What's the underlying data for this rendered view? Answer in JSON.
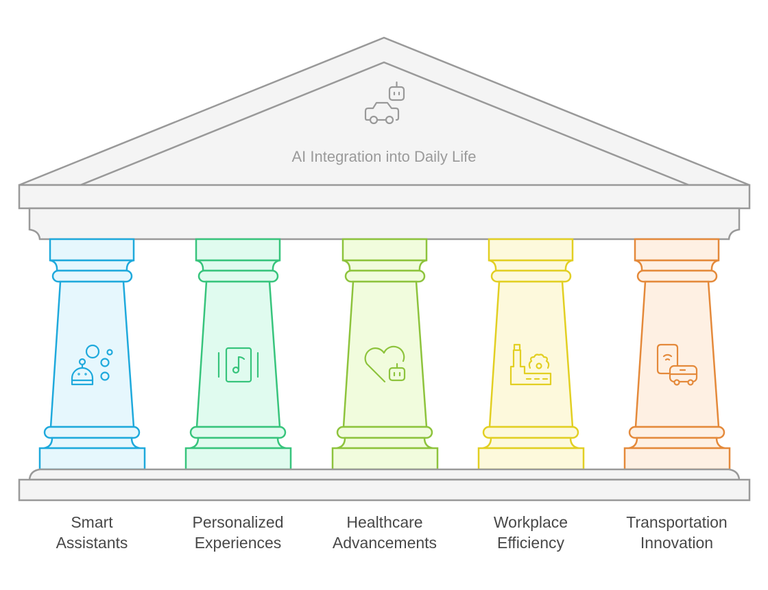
{
  "title": "AI Integration into Daily Life",
  "title_icon": "car-robot-icon",
  "structure_color": "#999999",
  "structure_fill": "#f4f4f4",
  "pillars": [
    {
      "line1": "Smart",
      "line2": "Assistants",
      "icon": "robot-bubbles-icon",
      "stroke": "#1ea9dc",
      "fill": "#e6f7fd"
    },
    {
      "line1": "Personalized",
      "line2": "Experiences",
      "icon": "music-tablet-icon",
      "stroke": "#37c47c",
      "fill": "#e0fbef"
    },
    {
      "line1": "Healthcare",
      "line2": "Advancements",
      "icon": "heart-robot-icon",
      "stroke": "#8dc33c",
      "fill": "#f1fcdd"
    },
    {
      "line1": "Workplace",
      "line2": "Efficiency",
      "icon": "factory-gear-icon",
      "stroke": "#e2cf22",
      "fill": "#fdf9dc"
    },
    {
      "line1": "Transportation",
      "line2": "Innovation",
      "icon": "phone-bus-icon",
      "stroke": "#e4893a",
      "fill": "#fef0e3"
    }
  ]
}
